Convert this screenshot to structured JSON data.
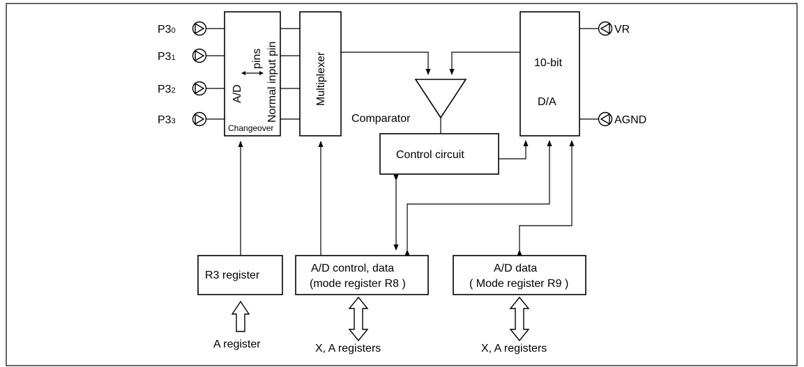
{
  "pins_left": [
    {
      "base": "P3",
      "index": "0"
    },
    {
      "base": "P3",
      "index": "1"
    },
    {
      "base": "P3",
      "index": "2"
    },
    {
      "base": "P3",
      "index": "3"
    }
  ],
  "pins_right": [
    {
      "label": "VR"
    },
    {
      "label": "AGND"
    }
  ],
  "switch_block": {
    "ad_label": "A/D",
    "pins_label": "pins",
    "normal_label": "Normal input pin",
    "changeover_label": "Changeover"
  },
  "multiplexer_label": "Multiplexer",
  "comparator_label": "Comparator",
  "control_circuit_label": "Control circuit",
  "dac": {
    "line1": "10-bit",
    "line2": "D/A"
  },
  "registers": {
    "r3": {
      "label": "R3 register",
      "bus_label": "A register"
    },
    "r8": {
      "line1": "A/D control, data",
      "line2": "(mode register R8 )",
      "bus_label": "X,  A registers"
    },
    "r9": {
      "line1": "A/D data",
      "line2": "( Mode register R9 )",
      "bus_label": "X,  A registers"
    }
  },
  "colors": {
    "line": "#000000",
    "background": "#ffffff",
    "frame": "#000000"
  },
  "icons": {
    "input_pin": "triangle-in-circle-right-icon",
    "ref_pin": "triangle-in-circle-left-icon",
    "bus_arrow": "double-arrow-icon"
  }
}
